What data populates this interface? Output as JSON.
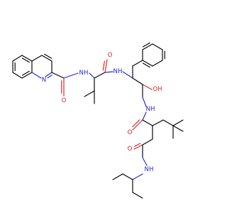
{
  "molecule": {
    "labels": {
      "amide_nh_quinoline": "NH",
      "quinoline_n": "N",
      "carbonyl_o_quinoline": "O",
      "amide_nh_valine": "NH",
      "carbonyl_o_valine": "O",
      "hydroxyl": "OH",
      "amide_nh_chain": "NH",
      "carbonyl_o_chain": "O",
      "carbonyl_o_terminal": "O",
      "amide_nh_terminal": "NH"
    },
    "colors": {
      "bond": "#000000",
      "nitrogen": "#2626d9",
      "oxygen": "#e02020",
      "background": "#ffffff"
    }
  }
}
